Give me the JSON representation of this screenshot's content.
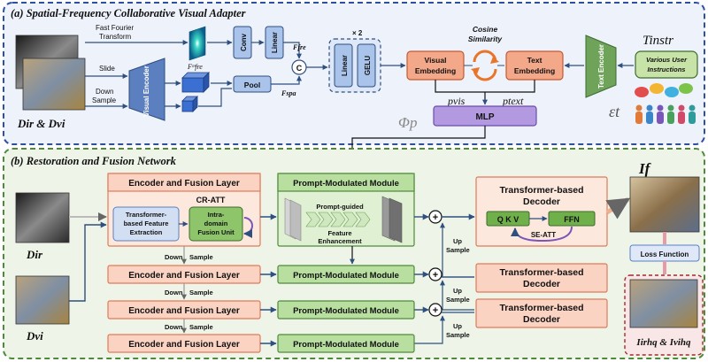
{
  "panel_a": {
    "title": "(a) Spatial-Frequency Collaborative Visual Adapter",
    "fft_label_1": "Fast Fourier",
    "fft_label_2": "Transform",
    "slide": "Slide",
    "down_sample_1": "Down",
    "down_sample_2": "Sample",
    "visual_encoder": "Visual Encoder",
    "conv": "Conv",
    "linear": "Linear",
    "concat": "C",
    "pool": "Pool",
    "f_fre_m": "Fᵐfre",
    "f_fre": "Ffre",
    "f_spa": "Fspa",
    "times2": "× 2",
    "linear2": "Linear",
    "gelu": "GELU",
    "cosine_1": "Cosine",
    "cosine_2": "Similarity",
    "visual_emb_1": "Visual",
    "visual_emb_2": "Embedding",
    "text_emb_1": "Text",
    "text_emb_2": "Embedding",
    "text_encoder": "Text Encoder",
    "t_instr": "Tinstr",
    "instructions_1": "Various User",
    "instructions_2": "Instructions",
    "p_vis": "pvis",
    "p_text": "ptext",
    "phi_p": "Φp",
    "mlp": "MLP",
    "eps_t": "εt",
    "d_ir_vi": "Dir & Dvi"
  },
  "panel_b": {
    "title": "(b) Restoration and Fusion Network",
    "encoder_fusion": "Encoder and Fusion Layer",
    "cr_att": "CR-ATT",
    "transformer_feat_1": "Transformer-",
    "transformer_feat_2": "based Feature",
    "transformer_feat_3": "Extraction",
    "intra_1": "Intra-",
    "intra_2": "domain",
    "intra_3": "Fusion Unit",
    "prompt_module": "Prompt-Modulated Module",
    "prompt_guided": "Prompt-guided",
    "feature": "Feature",
    "enhancement": "Enhancement",
    "decoder_1": "Transformer-based",
    "decoder_2": "Decoder",
    "qkv": "Q K V",
    "ffn": "FFN",
    "se_att": "SE-ATT",
    "up_sample_1": "Up",
    "up_sample_2": "Sample",
    "down": "Down",
    "sample": "Sample",
    "d_ir": "Dir",
    "d_vi": "Dvi",
    "i_f": "If",
    "loss": "Loss Function",
    "i_hq": "Iirhq & Ivihq",
    "plus": "+"
  }
}
